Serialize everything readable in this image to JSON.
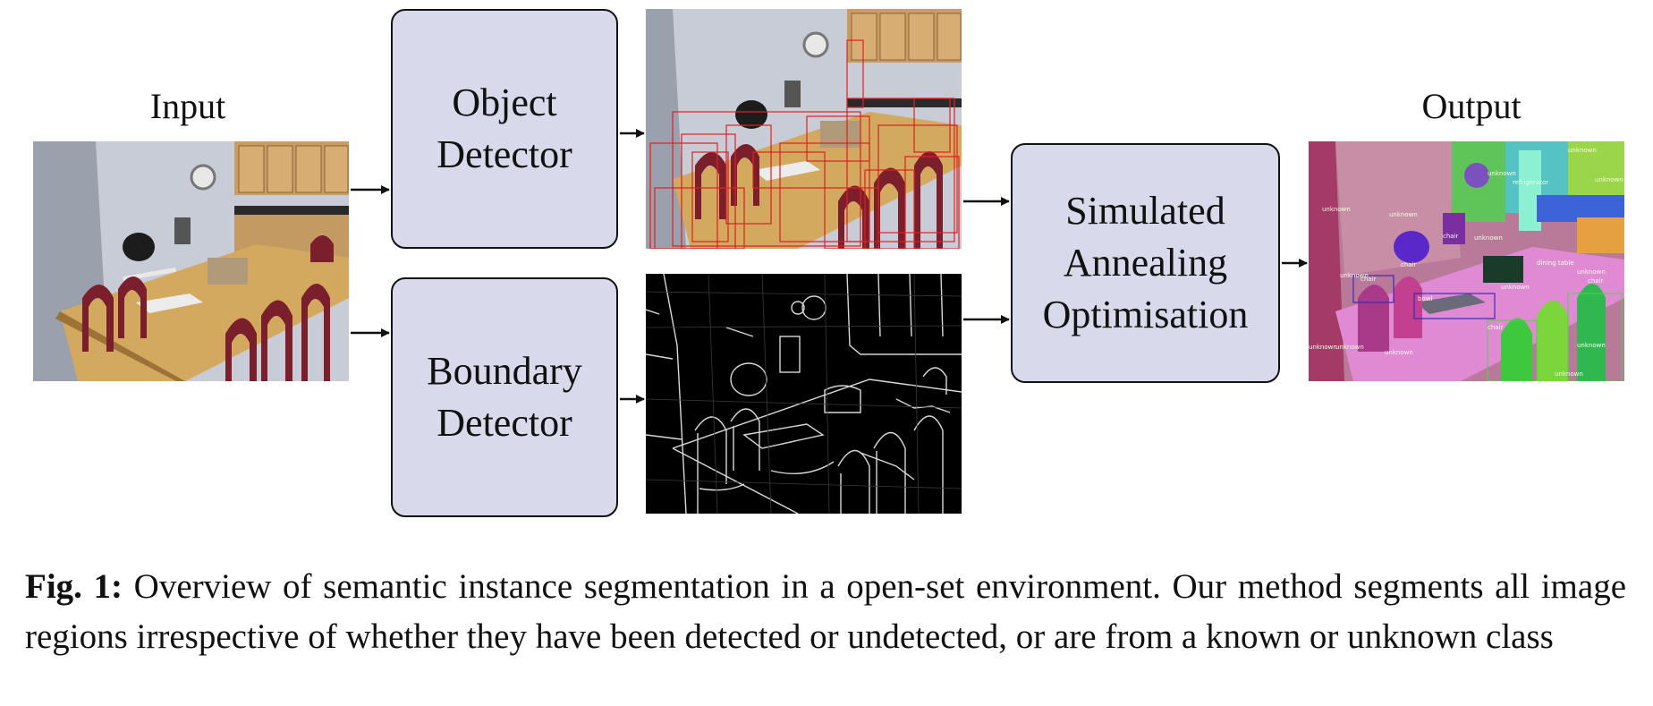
{
  "labels": {
    "input": "Input",
    "output": "Output"
  },
  "boxes": {
    "object_detector": [
      "Object",
      "Detector"
    ],
    "boundary_detector": [
      "Boundary",
      "Detector"
    ],
    "sao": [
      "Simulated",
      "Annealing",
      "Optimisation"
    ]
  },
  "caption": {
    "prefix": "Fig. 1:",
    "text": "Overview of semantic instance segmentation in a open-set environment. Our method segments all image regions irrespective of whether they have been detected or undetected, or are from a known or unknown class"
  },
  "output_tags": [
    "unknown",
    "unknown",
    "unknown",
    "unknown",
    "unknown",
    "chair",
    "chair",
    "unknown",
    "unknown",
    "chair",
    "dining table",
    "unknown",
    "chair",
    "unknown",
    "bowl",
    "chair",
    "unknown",
    "unknown",
    "unknown",
    "refrigerator",
    "unknown",
    "unknown"
  ],
  "colors": {
    "box_fill": "#d9d9ec",
    "detection_box": "#e02020"
  }
}
